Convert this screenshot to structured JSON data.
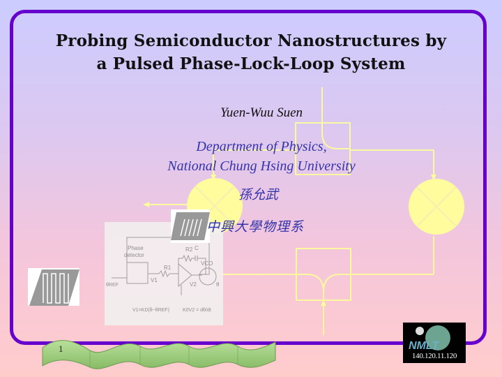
{
  "slide": {
    "title_line1": "Probing Semiconductor Nanostructures by",
    "title_line2": "a Pulsed Phase-Lock-Loop System",
    "author": "Yuen-Wuu Suen",
    "department_line1": "Department of Physics,",
    "department_line2": "National Chung Hsing University",
    "author_chinese": "孫允武",
    "department_chinese": "中興大學物理系",
    "slide_number": "1",
    "footer_badge_text": "140.120.11.120",
    "colors": {
      "frame": "#6600cc",
      "title": "#111111",
      "subtitle": "#3333aa",
      "diagram_lines": "#ffff99",
      "ribbon": "#99cc77"
    }
  },
  "circuit_figure": {
    "labels": {
      "phase_detector_1": "Phase",
      "phase_detector_2": "detector",
      "r2": "R2",
      "c": "C",
      "r1": "R1",
      "vco": "VCO",
      "v1": "V1",
      "v2": "V2",
      "theta_ref": "θREF",
      "theta": "θ",
      "eq1": "V1=KD(θ−θREF)",
      "eq2": "K0V2 = dθ/dt"
    }
  }
}
